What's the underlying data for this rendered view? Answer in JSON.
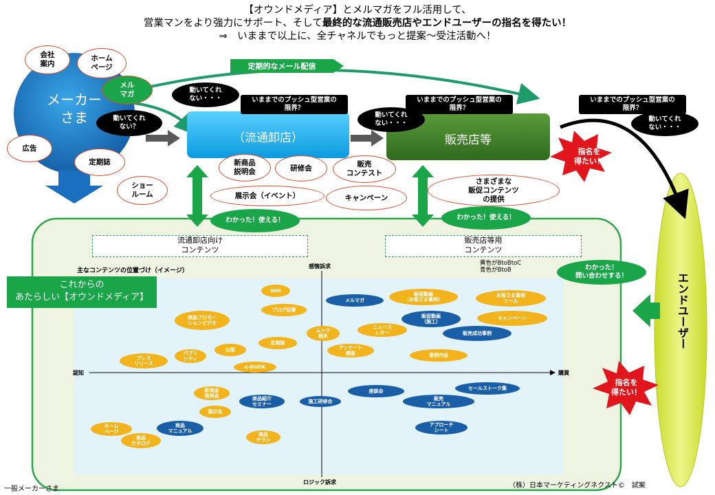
{
  "header": {
    "line1": "【オウンドメディア】とメルマガをフル活用して、",
    "line2_a": "営業マンをより強力にサポート、そして",
    "line2_b": "最終的な流通販売店やエンドユーザーの指名を得たい！",
    "line3": "⇒　いままで以上に、全チャネルでもっと提案〜受注活動へ！"
  },
  "maker": {
    "label": "メーカー\nさま",
    "ovals": [
      "会社\n案内",
      "ホーム\nページ",
      "広告",
      "定期誌",
      "ショー\nルーム"
    ],
    "mailmag": "メル\nマガ"
  },
  "mail_banner": "定期的なメール配信",
  "bubbles": {
    "maker_q": "動いてくれ\nない？",
    "wholesale_q": "動いてくれ\nない・・・",
    "retail_q": "動いてくれ\nない・・・",
    "end_q": "動いてくれ\nない・・・"
  },
  "limits": [
    "いままでのプッシュ型営業の\n限界？",
    "いままでのプッシュ型営業の\n限界？",
    "いままでのプッシュ型営業の\n限界？"
  ],
  "wholesale": "（流通卸店）",
  "retail": "販売店等",
  "mid_ovals": [
    "新商品\n説明会",
    "研修会",
    "販売\nコンテスト",
    "展示会（イベント）",
    "キャンペーン",
    "さまざまな\n販促コンテンツ\nの提供"
  ],
  "stars": [
    "指名を\n得たい！",
    "指名を\n得たい！"
  ],
  "ok_bubbles": [
    "わかった！使える！",
    "わかった！使える！",
    "わかった！\n問い合わせする！"
  ],
  "section_labels": [
    "流通卸店向け\nコンテンツ",
    "販売店等用\nコンテンツ"
  ],
  "end_user": "エンドユーザー",
  "owned_media": "これからの\nあたらしい【オウンドメディア】",
  "chart_data": {
    "type": "scatter",
    "title": "主なコンテンツの位置づけ（イメージ）",
    "legend": [
      "黄色がBtoBtoC",
      "青色がBtoB"
    ],
    "axes": {
      "top": "感情訴求",
      "bottom": "ロジック訴求",
      "left": "認知",
      "right": "購買"
    },
    "colors": {
      "yellow": "#f2b31c",
      "blue": "#1b5ea8"
    },
    "items": [
      {
        "label": "SNS",
        "color": "yellow"
      },
      {
        "label": "ブログ記事",
        "color": "yellow"
      },
      {
        "label": "商品プロモー\nションビデオ",
        "color": "yellow"
      },
      {
        "label": "メルマガ",
        "color": "blue"
      },
      {
        "label": "販促動画\n（お客さま事例）",
        "color": "yellow"
      },
      {
        "label": "お客さま事例\nツール",
        "color": "yellow"
      },
      {
        "label": "販促動画\n（施工）",
        "color": "blue"
      },
      {
        "label": "キャンペーン",
        "color": "yellow"
      },
      {
        "label": "ムック\n読本",
        "color": "yellow"
      },
      {
        "label": "ニュース\nレター",
        "color": "yellow"
      },
      {
        "label": "販売成功事例",
        "color": "blue"
      },
      {
        "label": "定期誌",
        "color": "yellow"
      },
      {
        "label": "パブリ\nシティ",
        "color": "yellow"
      },
      {
        "label": "出版",
        "color": "yellow"
      },
      {
        "label": "アンケート\n調査",
        "color": "yellow"
      },
      {
        "label": "事例作品",
        "color": "yellow"
      },
      {
        "label": "プレス\nリリース",
        "color": "yellow"
      },
      {
        "label": "e-BOOK",
        "color": "yellow"
      },
      {
        "label": "新商品\n発表会",
        "color": "yellow"
      },
      {
        "label": "商品紹介\nセミナー",
        "color": "blue"
      },
      {
        "label": "施工研修会",
        "color": "blue"
      },
      {
        "label": "座談会",
        "color": "blue"
      },
      {
        "label": "セールストーク集",
        "color": "blue"
      },
      {
        "label": "販売\nマニュアル",
        "color": "blue"
      },
      {
        "label": "展示会",
        "color": "yellow"
      },
      {
        "label": "ホーム\nページ",
        "color": "yellow"
      },
      {
        "label": "商品\nマニュアル",
        "color": "blue"
      },
      {
        "label": "商品\nカタログ",
        "color": "yellow"
      },
      {
        "label": "商品\nチラシ",
        "color": "yellow"
      },
      {
        "label": "アプローチ\nシート",
        "color": "blue"
      }
    ]
  },
  "footer": {
    "left": "一般メーカーさま",
    "right": "（株）日本マーケティングネクスト©　試案"
  }
}
